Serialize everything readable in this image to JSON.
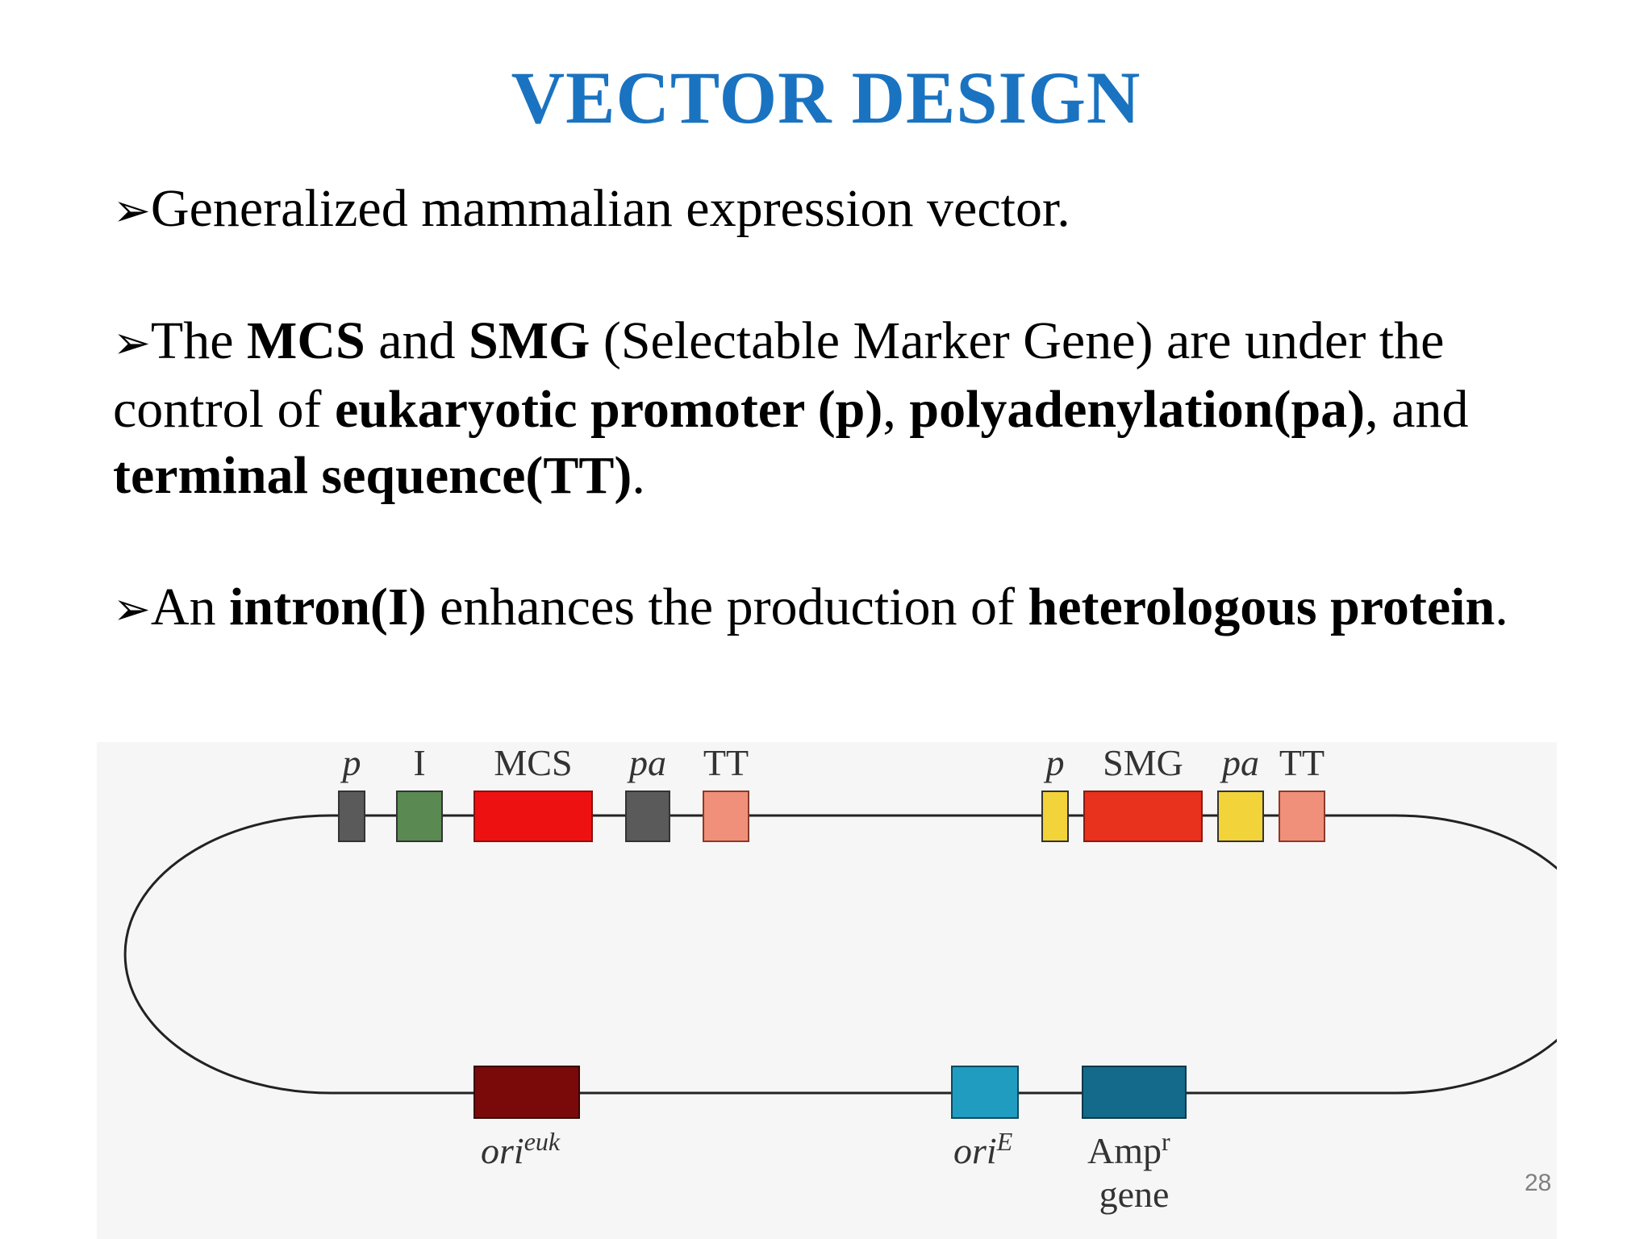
{
  "slide": {
    "title": "VECTOR DESIGN",
    "page_number": "28"
  },
  "bullets": {
    "arrow": "➢",
    "b1": {
      "text": "Generalized mammalian expression vector."
    },
    "b2": {
      "t1": "The ",
      "b1": "MCS",
      "t2": " and ",
      "b2": "SMG",
      "t3": " (Selectable Marker Gene) are under the control of ",
      "b3": "eukaryotic promoter (p)",
      "t4": ", ",
      "b4": "polyadenylation(pa)",
      "t5": ", and ",
      "b5": "terminal sequence(TT)",
      "t6": "."
    },
    "b3": {
      "t1": "An ",
      "b1": "intron(I)",
      "t2": " enhances the production of ",
      "b2": "heterologous protein",
      "t3": "."
    }
  },
  "diagram": {
    "top_elements": [
      {
        "label": "p",
        "italic": true,
        "color": "#5a5a5a"
      },
      {
        "label": "I",
        "italic": false,
        "color": "#5a8a52"
      },
      {
        "label": "MCS",
        "italic": false,
        "color": "#ee1111"
      },
      {
        "label": "pa",
        "italic": true,
        "color": "#5a5a5a"
      },
      {
        "label": "TT",
        "italic": false,
        "color": "#f0907a"
      },
      {
        "label": "p",
        "italic": true,
        "color": "#f2d33a"
      },
      {
        "label": "SMG",
        "italic": false,
        "color": "#e8321e"
      },
      {
        "label": "pa",
        "italic": true,
        "color": "#f2d33a"
      },
      {
        "label": "TT",
        "italic": false,
        "color": "#f0907a"
      }
    ],
    "bottom_elements": [
      {
        "label": "ori",
        "sup": "euk",
        "color": "#7a0a0a"
      },
      {
        "label": "ori",
        "sup": "E",
        "color": "#1f9cc0"
      },
      {
        "label": "Amp",
        "sup": "r",
        "label2": "gene",
        "color": "#146a8a"
      }
    ]
  }
}
